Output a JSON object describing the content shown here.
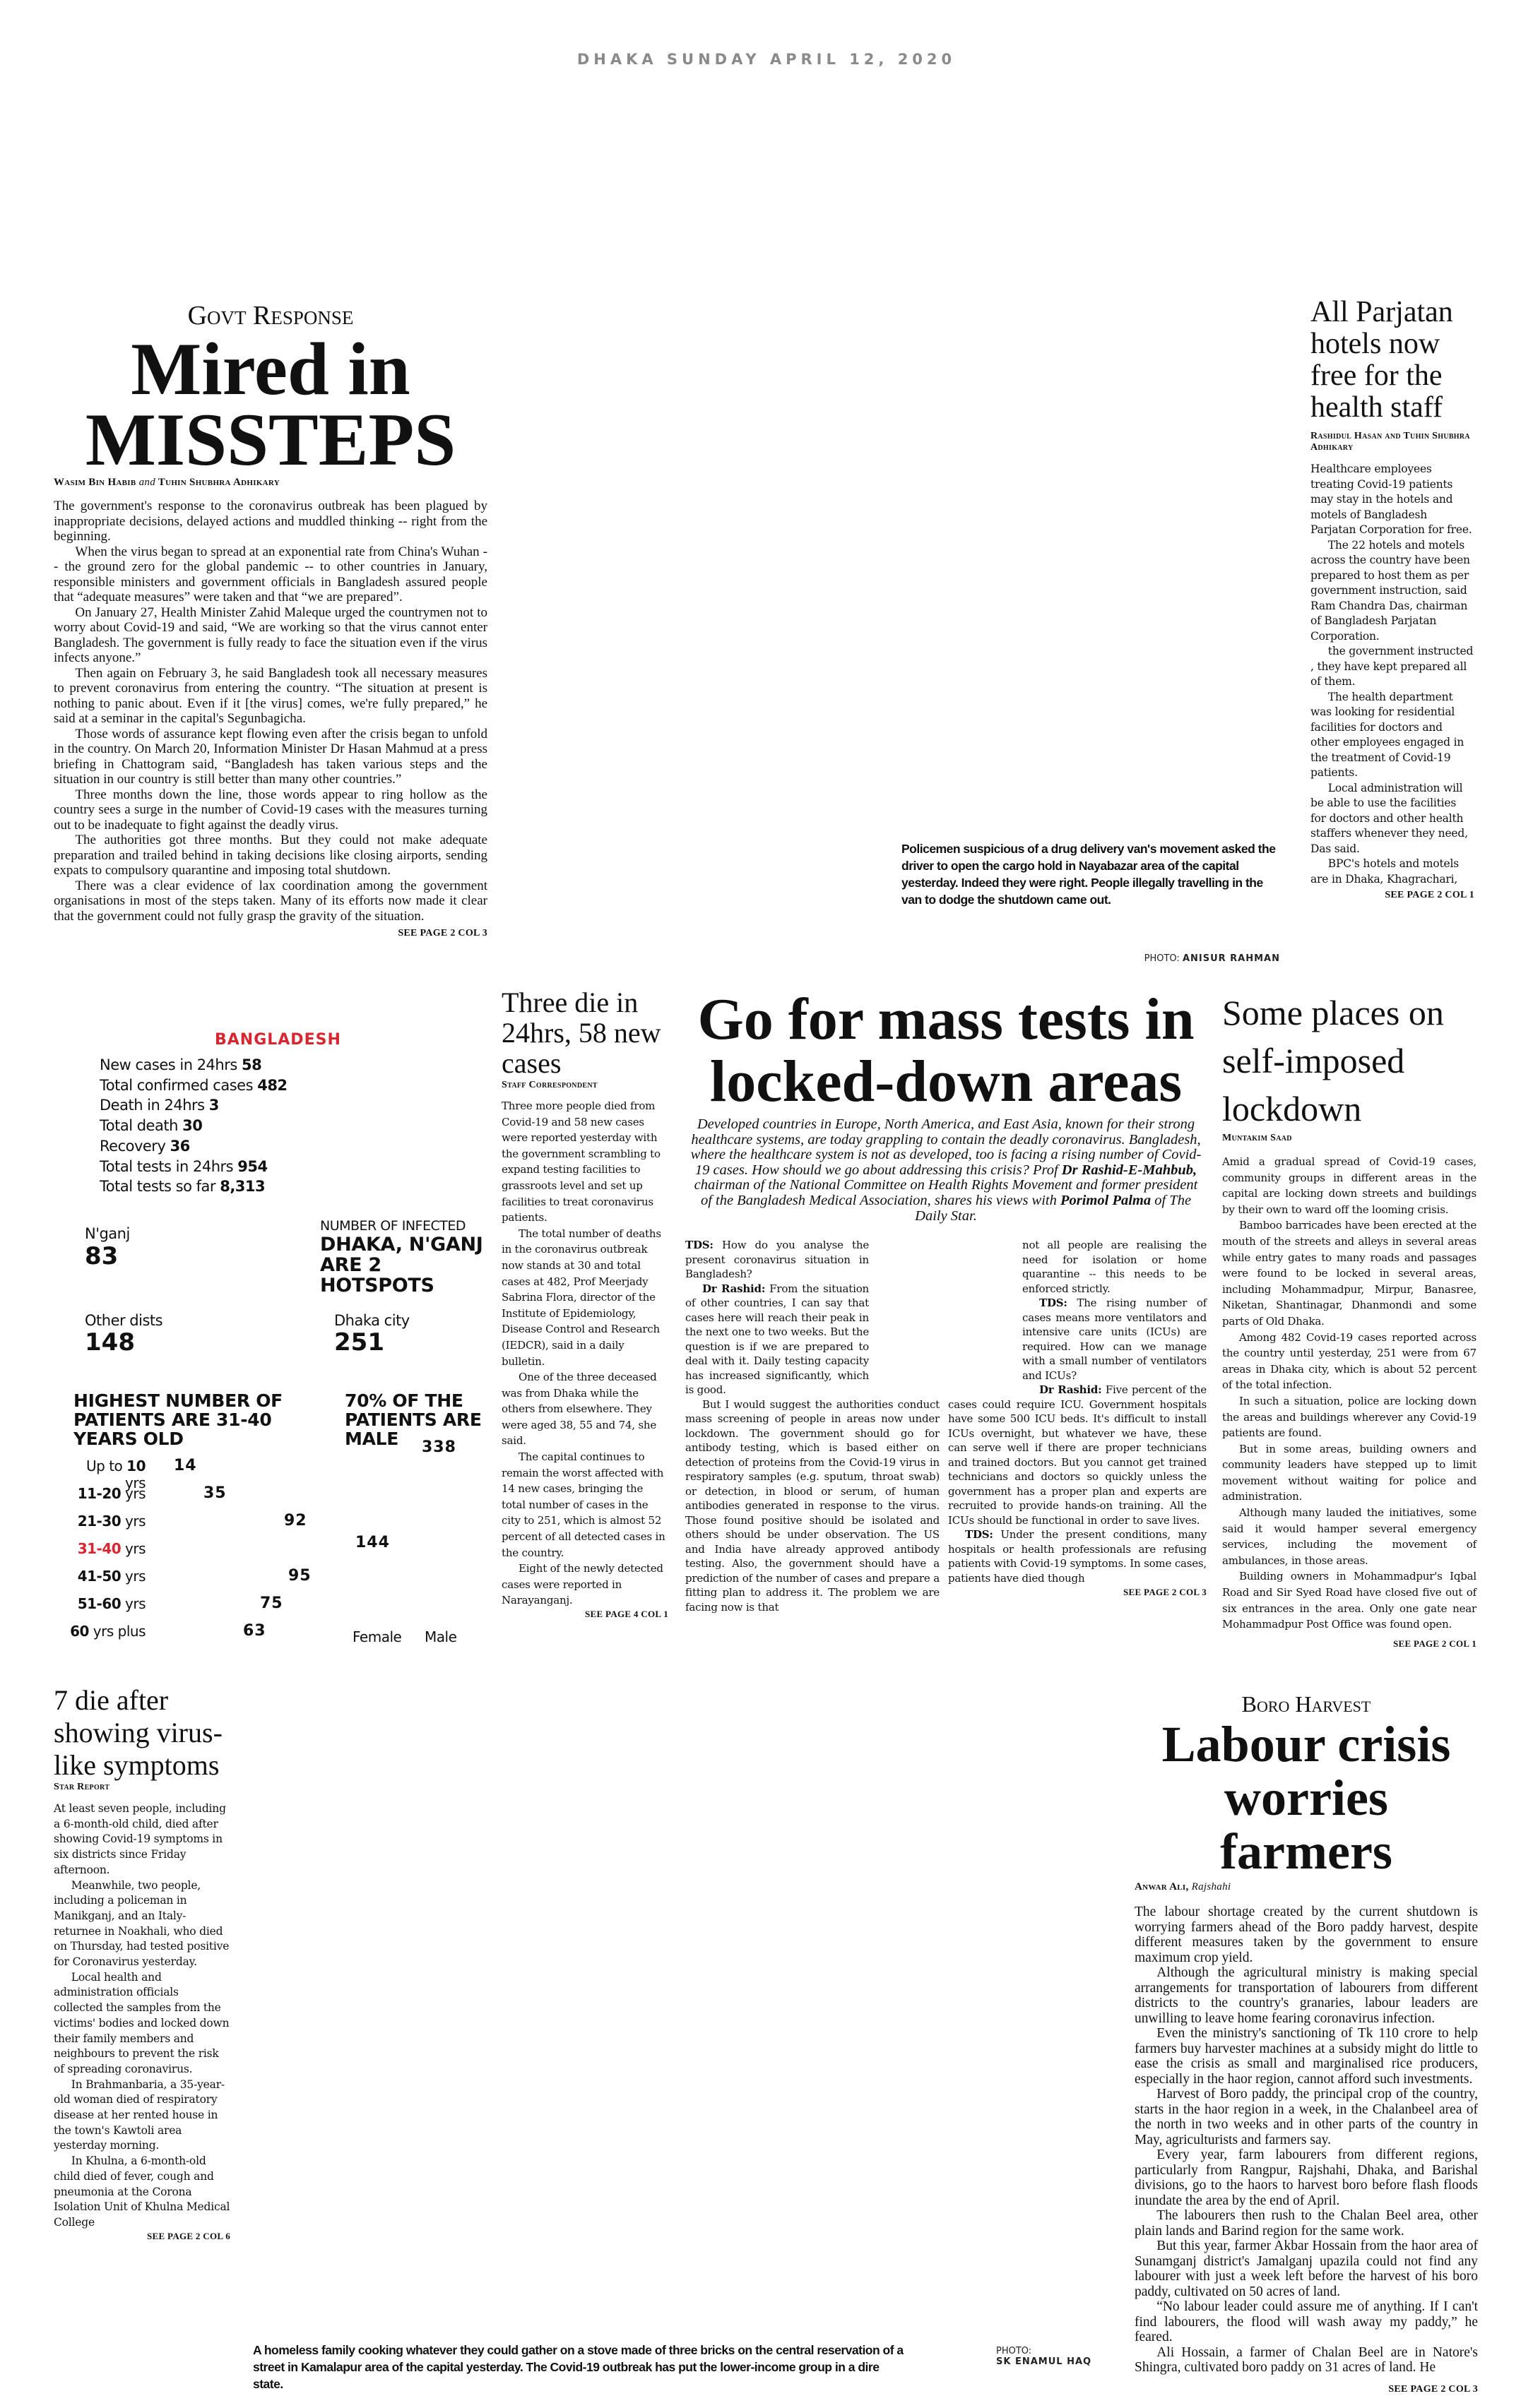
{
  "dateline": "DHAKA SUNDAY APRIL 12, 2020",
  "govt": {
    "kicker": "Govt Response",
    "headline_1": "Mired in",
    "headline_2": "MISSTEPS",
    "byline_a": "Wasim Bin Habib",
    "byline_and": "and",
    "byline_b": "Tuhin Shubhra Adhikary",
    "paragraphs": [
      "The government's response to the coronavirus outbreak has been plagued by inappropriate decisions, delayed actions and muddled thinking -- right from the beginning.",
      "When the virus began to spread at an exponential rate from China's Wuhan -- the ground zero for the global pandemic -- to other countries in January, responsible ministers and government officials in Bangladesh assured people that “adequate measures” were taken and that “we are prepared”.",
      "On January 27, Health Minister Zahid Maleque urged the countrymen not to worry about Covid-19 and said, “We are working so that the virus cannot enter Bangladesh. The government is fully ready to face the situation even if the virus infects anyone.”",
      "Then again on February 3, he said Bangladesh took all necessary measures to prevent coronavirus from entering the country. “The situation at present is nothing to panic about. Even if it [the virus] comes, we're fully prepared,” he said at a seminar in the capital's Segunbagicha.",
      "Those words of assurance kept flowing even after the crisis began to unfold in the country. On March 20, Information Minister Dr Hasan Mahmud at a press briefing in Chattogram said, “Bangladesh has taken various steps and the situation in our country is still better than many other countries.”",
      "Three months down the line, those words appear to ring hollow as the country sees a surge in the number of Covid-19 cases with the measures turning out to be inadequate to fight against the deadly virus.",
      "The authorities got three months. But they could not make adequate preparation and trailed behind in taking decisions like closing airports, sending expats to compulsory quarantine and imposing total shutdown.",
      "There was a clear evidence of lax coordination among the government organisations in most of the steps taken. Many of its efforts now made it clear that the government could not fully grasp the gravity of the situation."
    ],
    "jump": "SEE PAGE 2 COL 3"
  },
  "photo1": {
    "caption": "Policemen suspicious of a drug delivery van's movement asked the driver to open the cargo hold in Nayabazar area of the capital yesterday. Indeed they were right. People illegally travelling in the van to dodge the shutdown came out.",
    "credit_label": "PHOTO:",
    "credit_name": "ANISUR RAHMAN"
  },
  "parjatan": {
    "headline": "All Parjatan hotels now free for the health staff",
    "byline": "Rashidul Hasan and Tuhin Shubhra Adhikary",
    "paragraphs": [
      "Healthcare employees treating Covid-19 patients may stay in the hotels and motels of Bangladesh Parjatan Corporation for free.",
      "The 22 hotels and motels across the country have been prepared to host them as per government instruction, said Ram Chandra Das, chairman of Bangladesh Parjatan Corporation.",
      "the government instructed , they have kept prepared all of them.",
      "The health department was looking for residential facilities for doctors and other employees engaged in the treatment of Covid-19 patients.",
      "Local administration will be able to use the facilities for doctors and other health staffers whenever they need, Das said.",
      "BPC's hotels and motels are in Dhaka, Khagrachari,"
    ],
    "jump": "SEE PAGE 2 COL 1"
  },
  "infographic": {
    "title": "BANGLADESH",
    "accent_color": "#d7262f",
    "stats": [
      {
        "label": "New cases in 24hrs",
        "value": "58"
      },
      {
        "label": "Total confirmed cases",
        "value": "482"
      },
      {
        "label": "Death in 24hrs",
        "value": "3"
      },
      {
        "label": "Total death",
        "value": "30"
      },
      {
        "label": "Recovery",
        "value": "36"
      },
      {
        "label": "Total tests in 24hrs",
        "value": "954"
      },
      {
        "label": "Total tests so far",
        "value": "8,313"
      }
    ],
    "hotspots": {
      "kicker": "NUMBER OF INFECTED",
      "headline_1": "DHAKA, N'GANJ",
      "headline_2": "ARE 2 HOTSPOTS",
      "nganj_label": "N'ganj",
      "nganj_value": "83",
      "other_label": "Other dists",
      "other_value": "148",
      "dhaka_label": "Dhaka city",
      "dhaka_value": "251"
    },
    "age_chart": {
      "title_1": "HIGHEST NUMBER OF",
      "title_2": "PATIENTS ARE 31-40",
      "title_3": "YEARS OLD",
      "rows": [
        {
          "pre": "Up to ",
          "num": "10",
          "post": " yrs",
          "value": 14,
          "highlight": false
        },
        {
          "pre": "",
          "num": "11-20",
          "post": " yrs",
          "value": 35,
          "highlight": false
        },
        {
          "pre": "",
          "num": "21-30",
          "post": " yrs",
          "value": 92,
          "highlight": false
        },
        {
          "pre": "",
          "num": "31-40",
          "post": " yrs",
          "value": null,
          "highlight": true
        },
        {
          "pre": "",
          "num": "41-50",
          "post": " yrs",
          "value": 95,
          "highlight": false
        },
        {
          "pre": "",
          "num": "51-60",
          "post": " yrs",
          "value": 75,
          "highlight": false
        },
        {
          "pre": "",
          "num": "60",
          "post": " yrs plus",
          "value": 63,
          "highlight": false
        }
      ]
    },
    "gender_chart": {
      "title_1": "70% OF THE",
      "title_2": "PATIENTS ARE",
      "title_3": "MALE",
      "female_label": "Female",
      "female_value": 144,
      "male_label": "Male",
      "male_value": 338
    }
  },
  "three_die": {
    "headline": "Three die in 24hrs, 58 new cases",
    "byline": "Staff Correspondent",
    "paragraphs": [
      "Three more people died from Covid-19 and 58 new cases were reported yesterday with the government scrambling to expand testing facilities to grassroots level and set up facilities to treat coronavirus patients.",
      "The total number of deaths in the coronavirus outbreak now stands at 30 and total cases at 482, Prof Meerjady Sabrina Flora, director of the Institute of Epidemiology, Disease Control and Research (IEDCR), said in a daily bulletin.",
      "One of the three deceased was from Dhaka while the others from elsewhere. They were aged 38, 55 and 74, she said.",
      "The capital continues to remain the worst affected with 14 new cases, bringing the total number of cases in the city to 251, which is almost 52 percent of all detected cases in the country.",
      "Eight of the newly detected cases were reported in Narayanganj."
    ],
    "jump": "SEE PAGE 4 COL 1"
  },
  "mass_tests": {
    "headline_1": "Go for mass tests in",
    "headline_2": "locked-down areas",
    "intro_1": "Developed countries in Europe, North America, and East Asia, known for their strong healthcare systems, are today grappling to contain the deadly coronavirus. Bangladesh, where the healthcare system is not as developed, too is facing a rising number of Covid-19 cases. How should we go about addressing this crisis? Prof ",
    "intro_name_1": "Dr Rashid-E-Mahbub,",
    "intro_2": " chairman of the National Committee on Health Rights Movement and former president of the Bangladesh Medical Association, shares his views with ",
    "intro_name_2": "Porimol Palma",
    "intro_3": " of The Daily Star.",
    "col1": [
      {
        "speaker": "TDS:",
        "text": " How do you analyse the present coronavirus situation in Bangladesh?"
      },
      {
        "speaker": "Dr Rashid:",
        "text": " From the situation of other countries, I can say that cases here will reach their peak in the next one to two weeks. But the question is if we are prepared to deal with it. Daily testing capacity has increased significantly, which is good."
      },
      {
        "speaker": "",
        "text": "But I would suggest the authorities conduct mass screening of people in areas now under lockdown. The government should go for antibody testing, which is based either on detection of proteins from the Covid-19 virus in respiratory samples (e.g. sputum, throat swab) or detection, in blood or serum, of human antibodies generated in response to the virus. Those found positive should be isolated and others should be under observation. The US and India have already approved antibody testing. Also, the government should have a prediction of the number of cases and prepare a fitting plan to address it. The problem we are facing now is that"
      }
    ],
    "col2": [
      {
        "speaker": "",
        "text": "not all people are realising the need for isolation or home quarantine -- this needs to be enforced strictly."
      },
      {
        "speaker": "TDS:",
        "text": " The rising number of cases means more ventilators and intensive care units (ICUs) are required. How can we manage with a small number of ventilators and ICUs?"
      },
      {
        "speaker": "Dr Rashid:",
        "text": " Five percent of the cases could require ICU. Government hospitals have some 500 ICU beds. It's difficult to install ICUs overnight, but whatever we have, these can serve well if there are proper technicians and trained doctors. But you cannot get trained technicians and doctors so quickly unless the government has a proper plan and experts are recruited to provide hands-on training. All the ICUs should be functional in order to save lives."
      },
      {
        "speaker": "TDS:",
        "text": " Under the present conditions, many hospitals or health professionals are refusing patients with Covid-19 symptoms. In some cases, patients have died though"
      }
    ],
    "jump": "SEE PAGE 2 COL 3"
  },
  "lockdown": {
    "headline": "Some places on self-imposed lockdown",
    "byline": "Muntakim Saad",
    "paragraphs": [
      "Amid a gradual spread of Covid-19 cases, community groups in different areas in the capital are locking down streets and buildings by their own to ward off the looming crisis.",
      "Bamboo barricades have been erected at the mouth of the streets and alleys in several areas while entry gates to many roads and passages were found to be locked in several areas, including Mohammadpur, Mirpur, Banasree, Niketan, Shantinagar, Dhanmondi and some parts of Old Dhaka.",
      "Among 482 Covid-19 cases reported across the country until yesterday, 251 were from 67 areas in Dhaka city, which is about 52 percent of the total infection.",
      "In such a situation, police are locking down the areas and buildings wherever any Covid-19 patients are found.",
      "But in some areas, building owners and community leaders have stepped up to limit movement without waiting for police and administration.",
      "Although many lauded the initiatives, some said it would hamper several emergency services, including the movement of ambulances, in those areas.",
      "Building owners in Mohammadpur's Iqbal Road and Sir Syed Road have closed five out of six entrances in the area. Only one gate near Mohammadpur Post Office was found open."
    ],
    "jump": "SEE PAGE 2 COL 1"
  },
  "seven_die": {
    "headline": "7 die after showing virus-like symptoms",
    "byline": "Star Report",
    "paragraphs": [
      "At least seven people, including a 6-month-old child, died after showing Covid-19 symptoms in six districts since Friday afternoon.",
      "Meanwhile, two people, including a policeman in Manikganj, and an Italy-returnee in Noakhali, who died on Thursday, had tested positive for Coronavirus yesterday.",
      "Local health and administration officials collected the samples from the victims' bodies and locked down their family members and neighbours to prevent the risk of spreading coronavirus.",
      "In Brahmanbaria, a 35-year-old woman died of respiratory disease at her rented house in the town's Kawtoli area yesterday morning.",
      "In Khulna, a 6-month-old child died of fever, cough and pneumonia at the Corona Isolation Unit of Khulna Medical College"
    ],
    "jump": "SEE PAGE 2 COL 6"
  },
  "photo2": {
    "caption": "A homeless family cooking whatever they could gather on a stove made of three bricks on the central reservation of a street in Kamalapur area of the capital yesterday. The Covid-19 outbreak has put the lower-income group in a dire state.",
    "credit_label": "PHOTO:",
    "credit_name": "SK ENAMUL HAQ"
  },
  "labour": {
    "kicker": "Boro Harvest",
    "headline_1": "Labour crisis",
    "headline_2": "worries farmers",
    "byline": "Anwar Ali,",
    "dateline": "Rajshahi",
    "paragraphs": [
      "The labour shortage created by the current shutdown is worrying farmers ahead of the Boro paddy harvest, despite different measures taken by the government to ensure maximum crop yield.",
      "Although the agricultural ministry is making special arrangements for transportation of labourers from different districts to the country's granaries, labour leaders are unwilling to leave home fearing coronavirus infection.",
      "Even the ministry's sanctioning of Tk 110 crore to help farmers buy harvester machines at a subsidy might do little to ease the crisis as small and marginalised rice producers, especially in the haor region, cannot afford such investments.",
      "Harvest of Boro paddy, the principal crop of the country, starts in the haor region in a week, in the Chalanbeel area of the north in two weeks and in other parts of the country in May, agriculturists and farmers say.",
      "Every year, farm labourers from different regions, particularly from Rangpur, Rajshahi, Dhaka, and Barishal divisions, go to the haors to harvest boro before flash floods inundate the area by the end of April.",
      "The labourers then rush to the Chalan Beel area, other plain lands and Barind region for the same work.",
      "But this year, farmer Akbar Hossain from the haor area of Sunamganj district's Jamalganj upazila could not find any labourer with just a week left before the harvest of his boro paddy, cultivated on 50 acres of land.",
      "“No labour leader could assure me of anything. If I can't find labourers, the flood will wash away my paddy,” he feared.",
      "Ali Hossain, a farmer of Chalan Beel are in Natore's Shingra, cultivated boro paddy on 31 acres of land. He"
    ],
    "jump": "SEE PAGE 2 COL 3"
  }
}
